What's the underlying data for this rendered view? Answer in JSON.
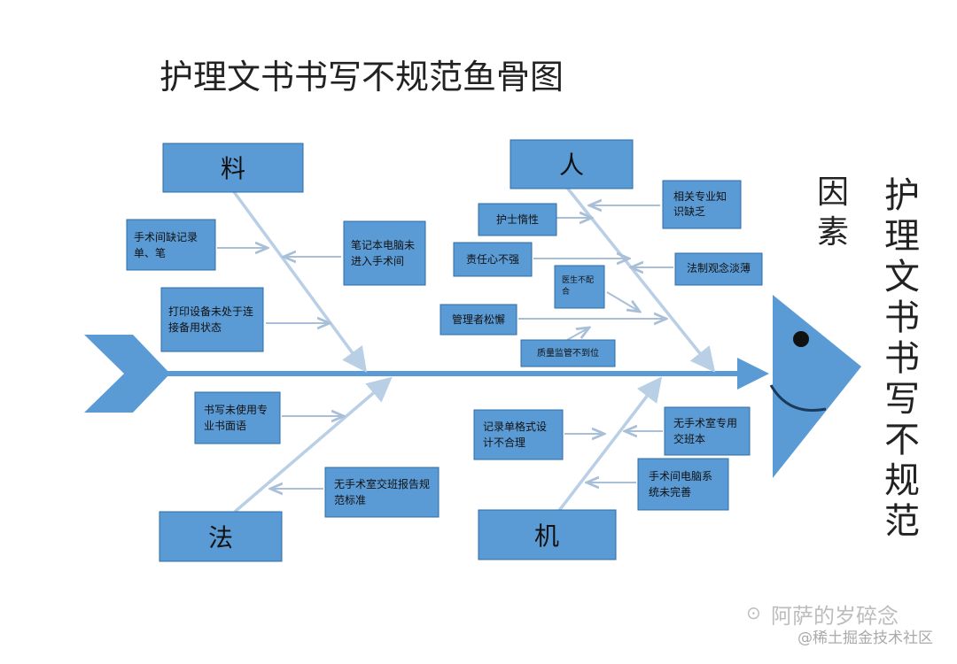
{
  "title": "护理文书书写不规范鱼骨图",
  "effect": {
    "label": "因素",
    "text": "护理文书书写不规范"
  },
  "categories": {
    "material": {
      "label": "料",
      "causes": [
        "手术间缺记录单、笔",
        "笔记本电脑未进入手术间",
        "打印设备未处于连接备用状态"
      ]
    },
    "people": {
      "label": "人",
      "causes": [
        "护士惰性",
        "相关专业知识缺乏",
        "责任心不强",
        "医生不配合",
        "法制观念淡薄",
        "管理者松懈",
        "质量监管不到位"
      ]
    },
    "method": {
      "label": "法",
      "causes": [
        "书写未使用专业书面语",
        "无手术室交班报告规范标准"
      ]
    },
    "machine": {
      "label": "机",
      "causes": [
        "记录单格式设计不合理",
        "无手术室专用交班本",
        "手术间电脑系统未完善"
      ]
    }
  },
  "watermark": {
    "line1": "阿萨的岁碎念",
    "line2": "@稀土掘金技术社区"
  },
  "colors": {
    "box_fill": "#5b9bd5",
    "box_stroke": "#2e6da8",
    "spine": "#5b9bd5",
    "bone": "#b9cfe6",
    "arrow": "#a9bfd8"
  }
}
